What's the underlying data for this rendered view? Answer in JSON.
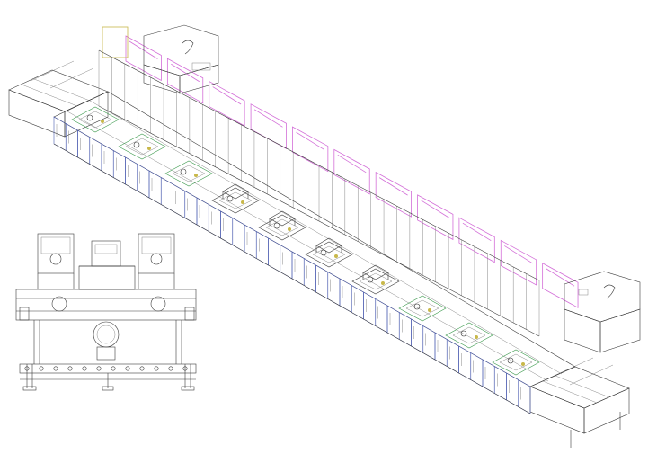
{
  "figure": {
    "kind": "technical-line-drawing",
    "views": [
      "isometric-production-line",
      "front-elevation"
    ],
    "colors": {
      "outline": "#3b3b3b",
      "frame_blue": "#4a5bb0",
      "top_rail_pink": "#d36fd8",
      "module_green": "#3d9a4e",
      "accent_yellow": "#c8b84a",
      "background": "#ffffff"
    },
    "modules": {
      "process_stations": 10
    }
  }
}
